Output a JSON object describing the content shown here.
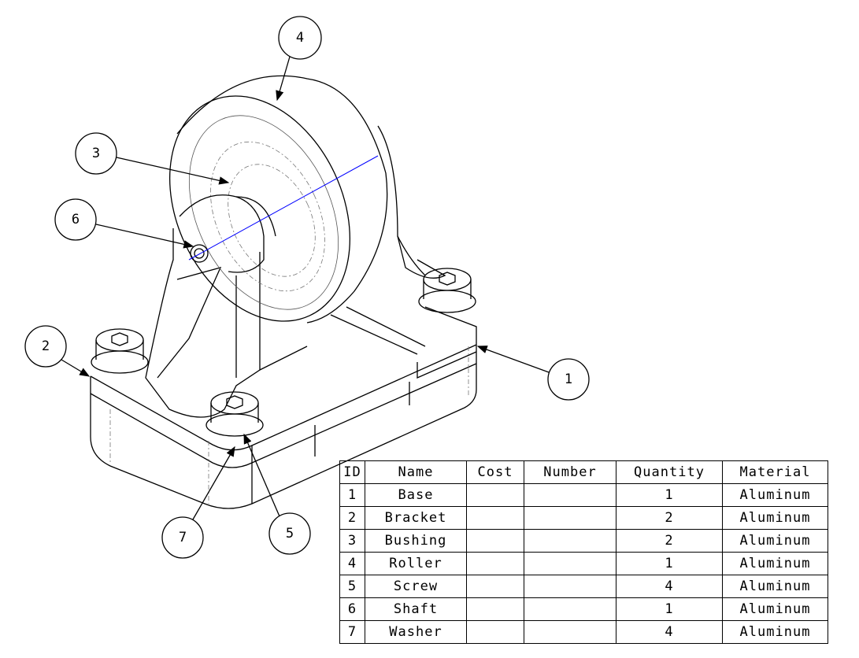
{
  "balloons": [
    {
      "id": "4"
    },
    {
      "id": "3"
    },
    {
      "id": "6"
    },
    {
      "id": "2"
    },
    {
      "id": "1"
    },
    {
      "id": "7"
    },
    {
      "id": "5"
    }
  ],
  "colors": {
    "line": "#000000",
    "centerline": "#0000ff"
  },
  "bom": {
    "headers": [
      "ID",
      "Name",
      "Cost",
      "Number",
      "Quantity",
      "Material"
    ],
    "rows": [
      [
        "1",
        "Base",
        "",
        "",
        "1",
        "Aluminum"
      ],
      [
        "2",
        "Bracket",
        "",
        "",
        "2",
        "Aluminum"
      ],
      [
        "3",
        "Bushing",
        "",
        "",
        "2",
        "Aluminum"
      ],
      [
        "4",
        "Roller",
        "",
        "",
        "1",
        "Aluminum"
      ],
      [
        "5",
        "Screw",
        "",
        "",
        "4",
        "Aluminum"
      ],
      [
        "6",
        "Shaft",
        "",
        "",
        "1",
        "Aluminum"
      ],
      [
        "7",
        "Washer",
        "",
        "",
        "4",
        "Aluminum"
      ]
    ]
  }
}
